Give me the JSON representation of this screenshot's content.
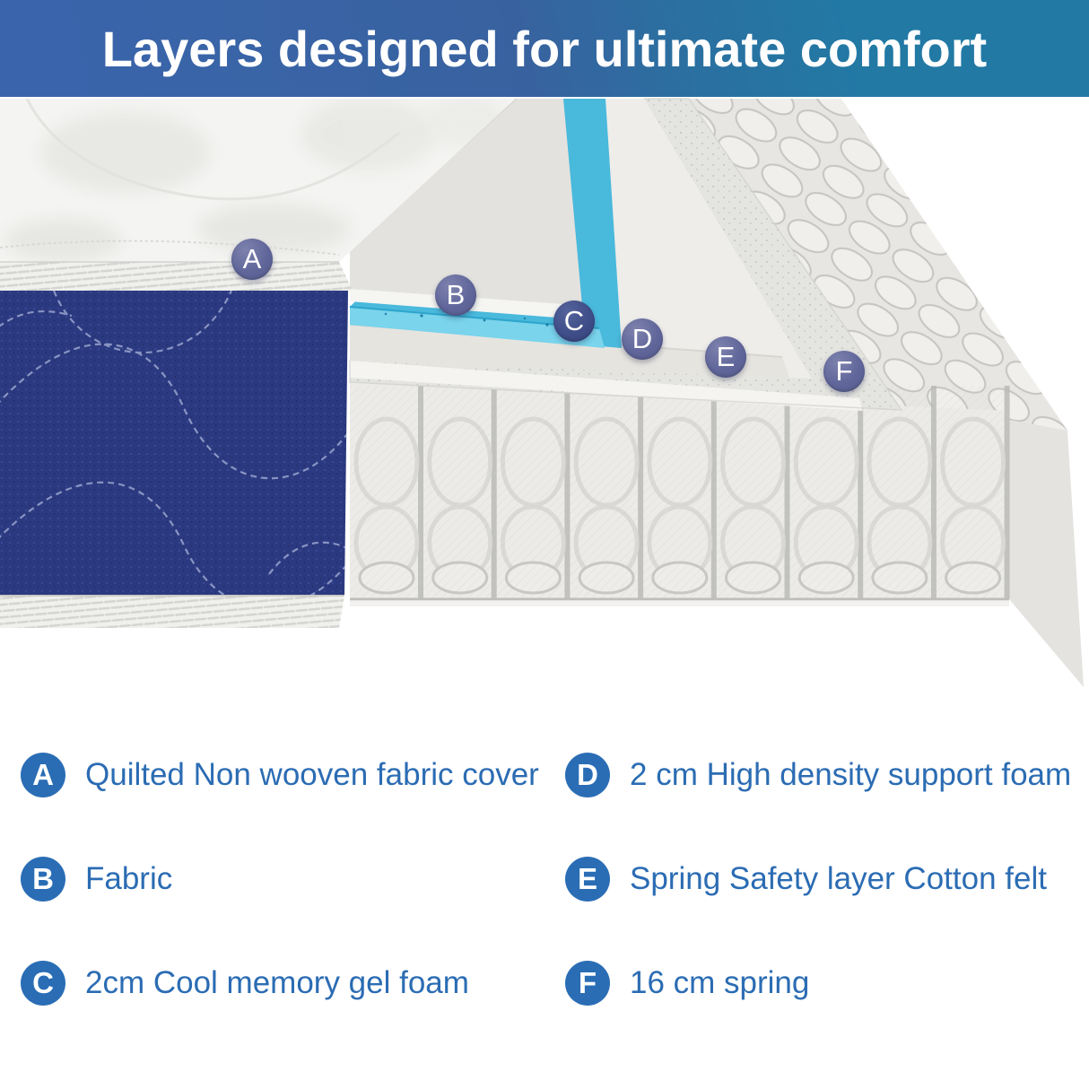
{
  "header": {
    "title": "Layers designed for ultimate comfort",
    "bg_gradient_left": "#3a65ad",
    "bg_gradient_right": "#2279a4",
    "text_color": "#ffffff"
  },
  "diagram": {
    "description": "Cutaway illustration of mattress layers",
    "badge_color": "#5f6594",
    "badge_color_c": "#36437f",
    "badges": [
      {
        "letter": "A"
      },
      {
        "letter": "B"
      },
      {
        "letter": "C"
      },
      {
        "letter": "D"
      },
      {
        "letter": "E"
      },
      {
        "letter": "F"
      }
    ],
    "layers": [
      {
        "id": "A",
        "name": "quilted non-woven fabric cover",
        "color": "#f4f4f2"
      },
      {
        "id": "side",
        "name": "navy quilted side panel",
        "color": "#2b3a80"
      },
      {
        "id": "B",
        "name": "fabric sheet",
        "color": "#e3e2de"
      },
      {
        "id": "C",
        "name": "cool memory gel foam",
        "color": "#49b9dc"
      },
      {
        "id": "D",
        "name": "high density support foam",
        "color": "#eeedea"
      },
      {
        "id": "E",
        "name": "cotton felt safety layer",
        "color": "#e4e4e0"
      },
      {
        "id": "F",
        "name": "pocket springs",
        "color": "#ecebe8"
      }
    ]
  },
  "legend": {
    "circle_color": "#2a6db5",
    "text_color": "#2b6cb3",
    "items": [
      {
        "letter": "A",
        "label": "Quilted Non wooven fabric cover"
      },
      {
        "letter": "B",
        "label": "Fabric"
      },
      {
        "letter": "C",
        "label": "2cm Cool memory gel foam"
      },
      {
        "letter": "D",
        "label": "2 cm High density support foam"
      },
      {
        "letter": "E",
        "label": "Spring Safety layer Cotton felt"
      },
      {
        "letter": "F",
        "label": "16 cm spring"
      }
    ]
  }
}
